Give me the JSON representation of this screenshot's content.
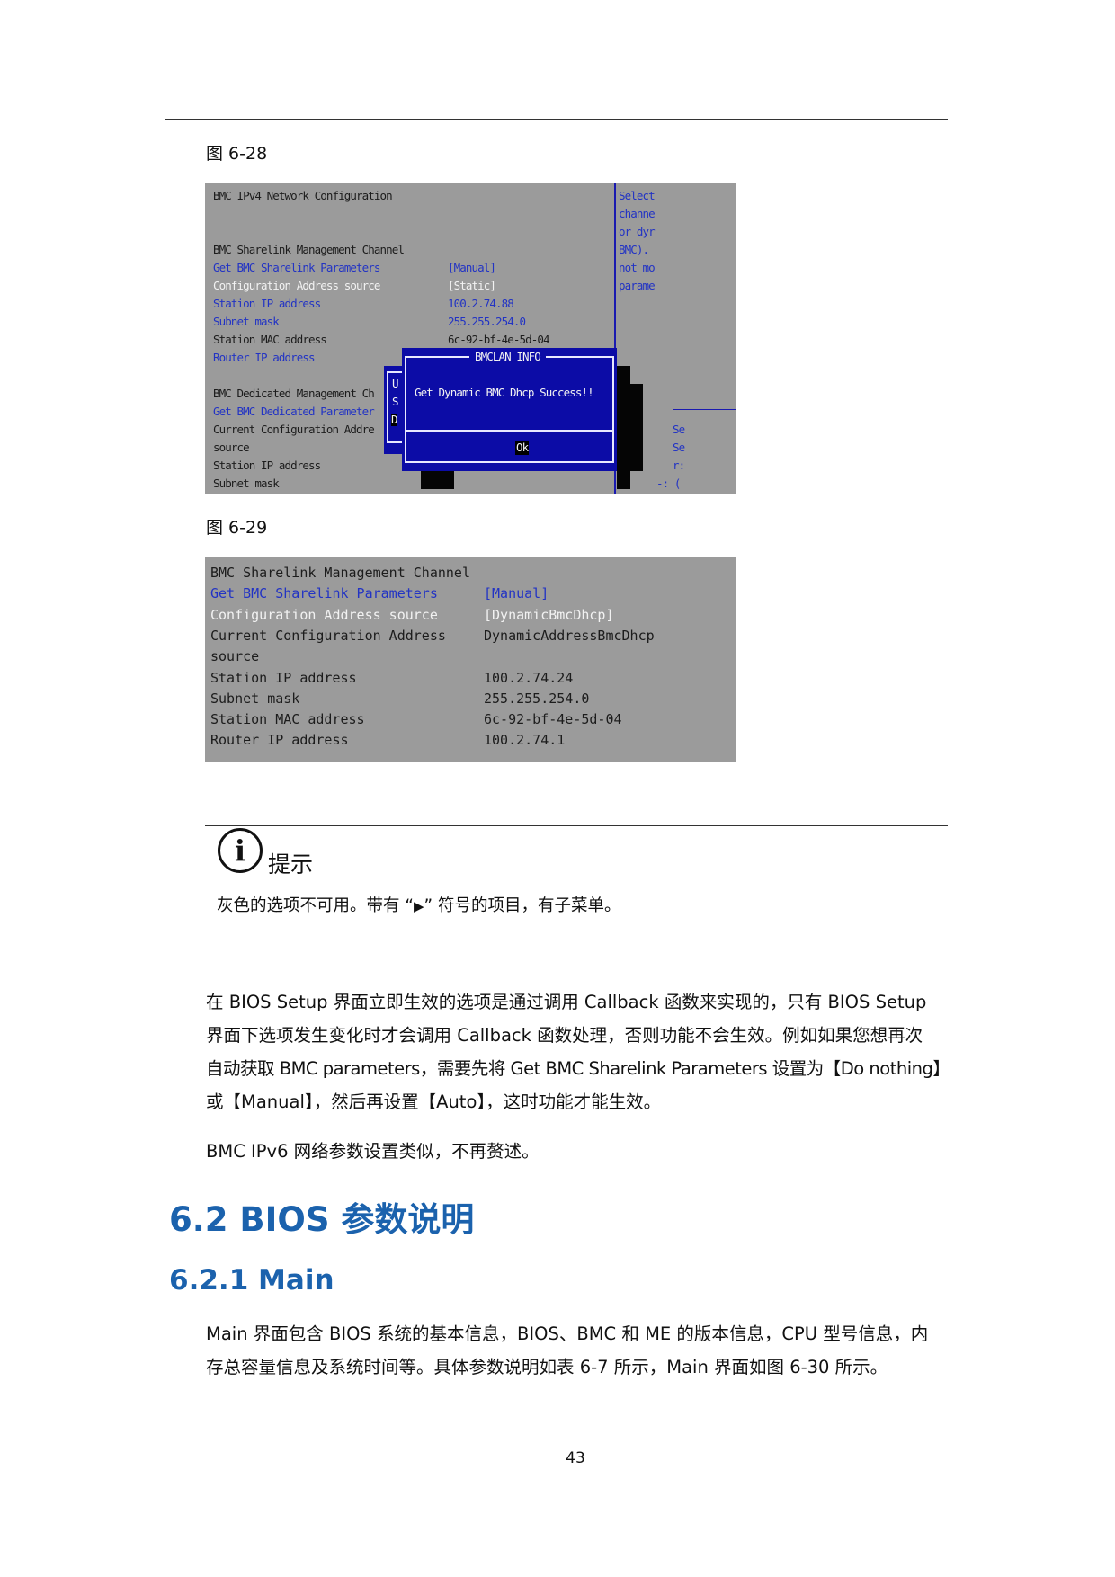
{
  "figure1": {
    "caption": "图 6-28",
    "title": "BMC IPv4 Network Configuration",
    "rows": [
      {
        "label": "BMC Sharelink Management Channel",
        "value": "",
        "color": "dark"
      },
      {
        "label": "Get BMC Sharelink Parameters",
        "value": "[Manual]",
        "color": "blue"
      },
      {
        "label": "Configuration Address source",
        "value": "[Static]",
        "color": "white"
      },
      {
        "label": "Station IP address",
        "value": "100.2.74.88",
        "color": "blue"
      },
      {
        "label": "Subnet mask",
        "value": "255.255.254.0",
        "color": "blue"
      },
      {
        "label": "Station MAC address",
        "value": "6c-92-bf-4e-5d-04",
        "color": "dark"
      },
      {
        "label": "Router IP address",
        "value": "",
        "color": "blue"
      },
      {
        "label": "",
        "value": "",
        "color": "dark"
      },
      {
        "label": "BMC Dedicated Management Ch",
        "value": "",
        "color": "dark"
      },
      {
        "label": "Get BMC Dedicated Parameter",
        "value": "",
        "color": "blue"
      },
      {
        "label": "Current Configuration Addre",
        "value": "",
        "color": "dark"
      },
      {
        "label": "source",
        "value": "",
        "color": "dark"
      },
      {
        "label": "Station IP address",
        "value": "",
        "color": "dark"
      },
      {
        "label": "Subnet mask",
        "value": "",
        "color": "dark"
      }
    ],
    "help_top": [
      "Select",
      "channe",
      "or dyr",
      "BMC).",
      "not mo",
      "parame"
    ],
    "help_bottom": [
      "Se",
      "Se",
      "r:",
      "-: ("
    ],
    "back_dialog_chars": [
      "U",
      "S",
      "D"
    ],
    "dialog": {
      "title": "BMCLAN INFO",
      "message": "Get Dynamic BMC Dhcp Success!!",
      "ok_label": "Ok"
    }
  },
  "figure2": {
    "caption": "图 6-29",
    "rows": [
      {
        "label": "BMC Sharelink Management Channel",
        "value": "",
        "color": "dark"
      },
      {
        "label": "Get BMC Sharelink Parameters",
        "value": "[Manual]",
        "color": "blue"
      },
      {
        "label": "Configuration Address source",
        "value": "[DynamicBmcDhcp]",
        "color": "white"
      },
      {
        "label": "Current Configuration Address",
        "value": "DynamicAddressBmcDhcp",
        "color": "dark"
      },
      {
        "label": "source",
        "value": "",
        "color": "dark"
      },
      {
        "label": "Station IP address",
        "value": "100.2.74.24",
        "color": "dark"
      },
      {
        "label": "Subnet mask",
        "value": "255.255.254.0",
        "color": "dark"
      },
      {
        "label": "Station MAC address",
        "value": "6c-92-bf-4e-5d-04",
        "color": "dark"
      },
      {
        "label": "Router IP address",
        "value": "100.2.74.1",
        "color": "dark"
      }
    ]
  },
  "tip": {
    "icon": "info-icon",
    "title": "提示",
    "text_before": "灰色的选项不可用。带有 “",
    "symbol": "▶",
    "text_after": "” 符号的项目，有子菜单。"
  },
  "body": {
    "para1": [
      "在 BIOS Setup 界面立即生效的选项是通过调用 Callback 函数来实现的，只有 BIOS Setup",
      "界面下选项发生变化时才会调用 Callback 函数处理，否则功能不会生效。例如如果您想再次",
      "自动获取 BMC parameters，需要先将 Get BMC Sharelink Parameters 设置为【Do nothing】",
      "或【Manual】，然后再设置【Auto】，这时功能才能生效。"
    ],
    "para2": "BMC IPv6 网络参数设置类似，不再赘述。",
    "h1": "6.2  BIOS 参数说明",
    "h2": "6.2.1  Main",
    "para3": [
      "Main 界面包含 BIOS 系统的基本信息，BIOS、BMC 和 ME 的版本信息，CPU 型号信息，内",
      "存总容量信息及系统时间等。具体参数说明如表 6-7 所示，Main 界面如图 6-30 所示。"
    ]
  },
  "page_number": "43"
}
